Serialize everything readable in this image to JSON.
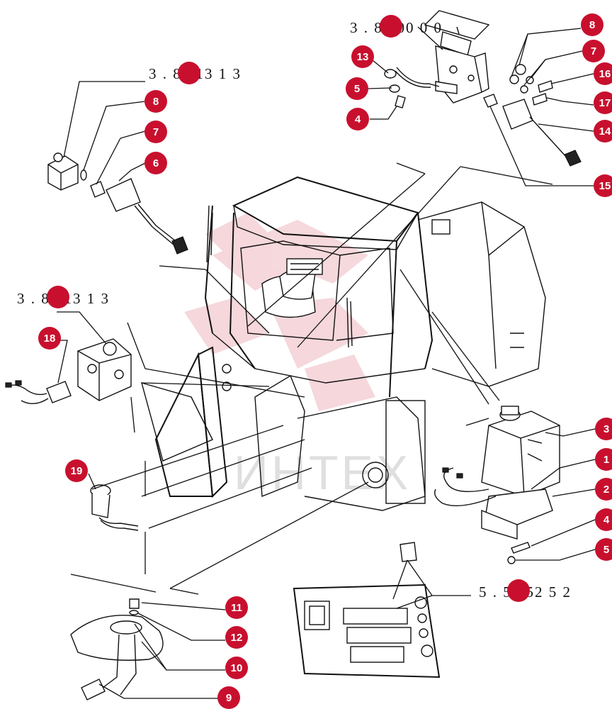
{
  "diagram": {
    "reference_labels": [
      {
        "id": "ref-top-right",
        "text": "3 . 8.400 0 0"
      },
      {
        "id": "ref-top-left",
        "text": "3 . 8.413 1 3"
      },
      {
        "id": "ref-mid-left",
        "text": "3 . 8.413 1 3"
      },
      {
        "id": "ref-bottom-right",
        "text": "5 . 5.652 5 2"
      }
    ],
    "callouts": [
      "8",
      "7",
      "6",
      "13",
      "5",
      "4",
      "8",
      "7",
      "16",
      "17",
      "14",
      "15",
      "18",
      "19",
      "3",
      "1",
      "2",
      "4",
      "5",
      "11",
      "12",
      "10",
      "9"
    ],
    "watermark": "ИНТЕХ",
    "colors": {
      "callout": "#c8102e",
      "ink": "#111111",
      "watermark": "#c8102e"
    }
  }
}
